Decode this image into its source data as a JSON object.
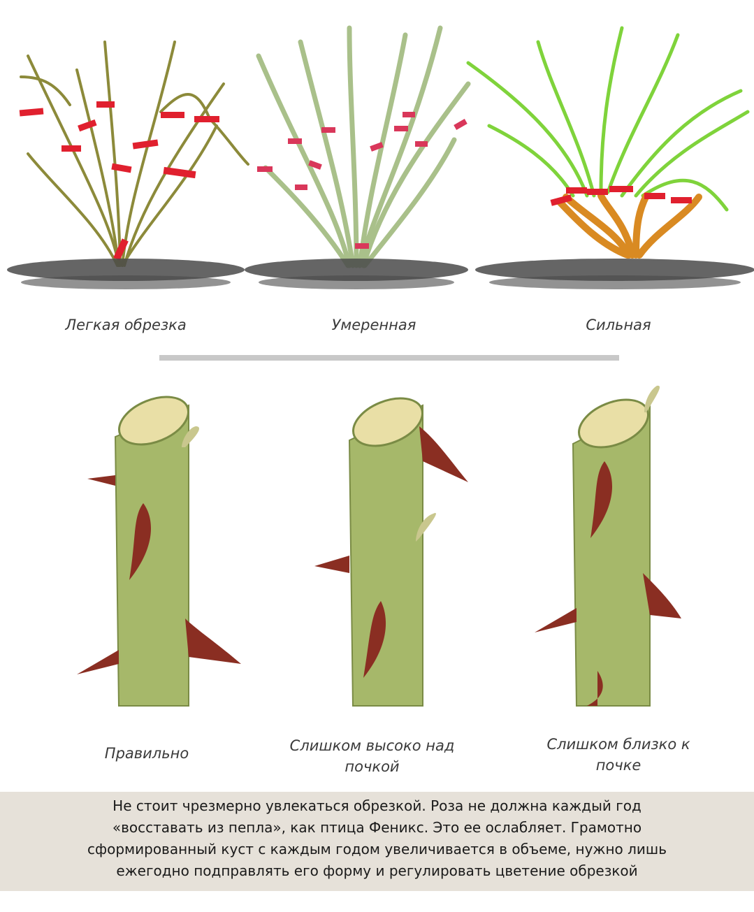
{
  "bush_panels": [
    {
      "caption": "Легкая обрезка"
    },
    {
      "caption": "Умеренная"
    },
    {
      "caption": "Сильная"
    }
  ],
  "stem_panels": [
    {
      "caption_lines": [
        "Правильно"
      ]
    },
    {
      "caption_lines": [
        "Слишком высоко над",
        "почкой"
      ]
    },
    {
      "caption_lines": [
        "Слишком близко к",
        "почке"
      ]
    }
  ],
  "footer": {
    "lines": [
      "Не стоит чрезмерно увлекаться обрезкой. Роза не должна каждый год",
      "«восставать из пепла», как птица Феникс. Это ее ослабляет. Грамотно",
      "сформированный куст с каждым годом увеличивается в объеме, нужно лишь",
      "ежегодно подправлять его форму и регулировать цветение обрезкой"
    ]
  },
  "colors": {
    "cut_mark": "#e0202e",
    "light_branch": "#8c8a3a",
    "moderate_branch": "#a9c08a",
    "strong_branch": "#7fd33b",
    "strong_base": "#d98a22",
    "stem": "#a6b86a",
    "thorn": "#8a2e22",
    "footer_bg": "#e6e1d9"
  },
  "icons": [
    "bush-light-illustration",
    "bush-moderate-illustration",
    "bush-strong-illustration",
    "stem-correct-illustration",
    "stem-too-high-illustration",
    "stem-too-close-illustration"
  ]
}
